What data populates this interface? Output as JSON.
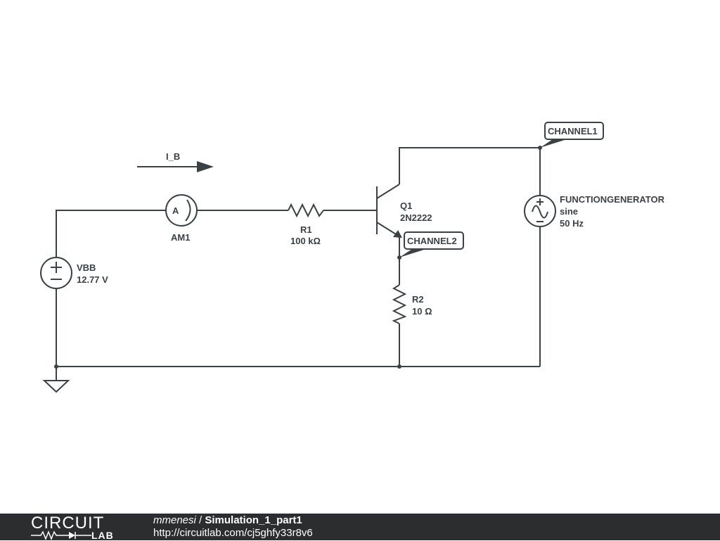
{
  "schematic": {
    "current_label": "I_B",
    "ammeter": {
      "name": "AM1",
      "symbol": "A"
    },
    "r1": {
      "name": "R1",
      "value": "100 kΩ"
    },
    "q1": {
      "name": "Q1",
      "model": "2N2222"
    },
    "vbb": {
      "name": "VBB",
      "value": "12.77 V"
    },
    "r2": {
      "name": "R2",
      "value": "10 Ω"
    },
    "fgen": {
      "name": "FUNCTIONGENERATOR",
      "wave": "sine",
      "freq": "50 Hz"
    },
    "probes": {
      "ch1": "CHANNEL1",
      "ch2": "CHANNEL2"
    }
  },
  "footer": {
    "logo_top": "CIRCUIT",
    "logo_bottom": "LAB",
    "user": "mmenesi",
    "separator": " / ",
    "title": "Simulation_1_part1",
    "url": "http://circuitlab.com/cj5ghfy33r8v6"
  },
  "colors": {
    "ink": "#3b4145",
    "footer_bg": "#2b2d2f"
  }
}
